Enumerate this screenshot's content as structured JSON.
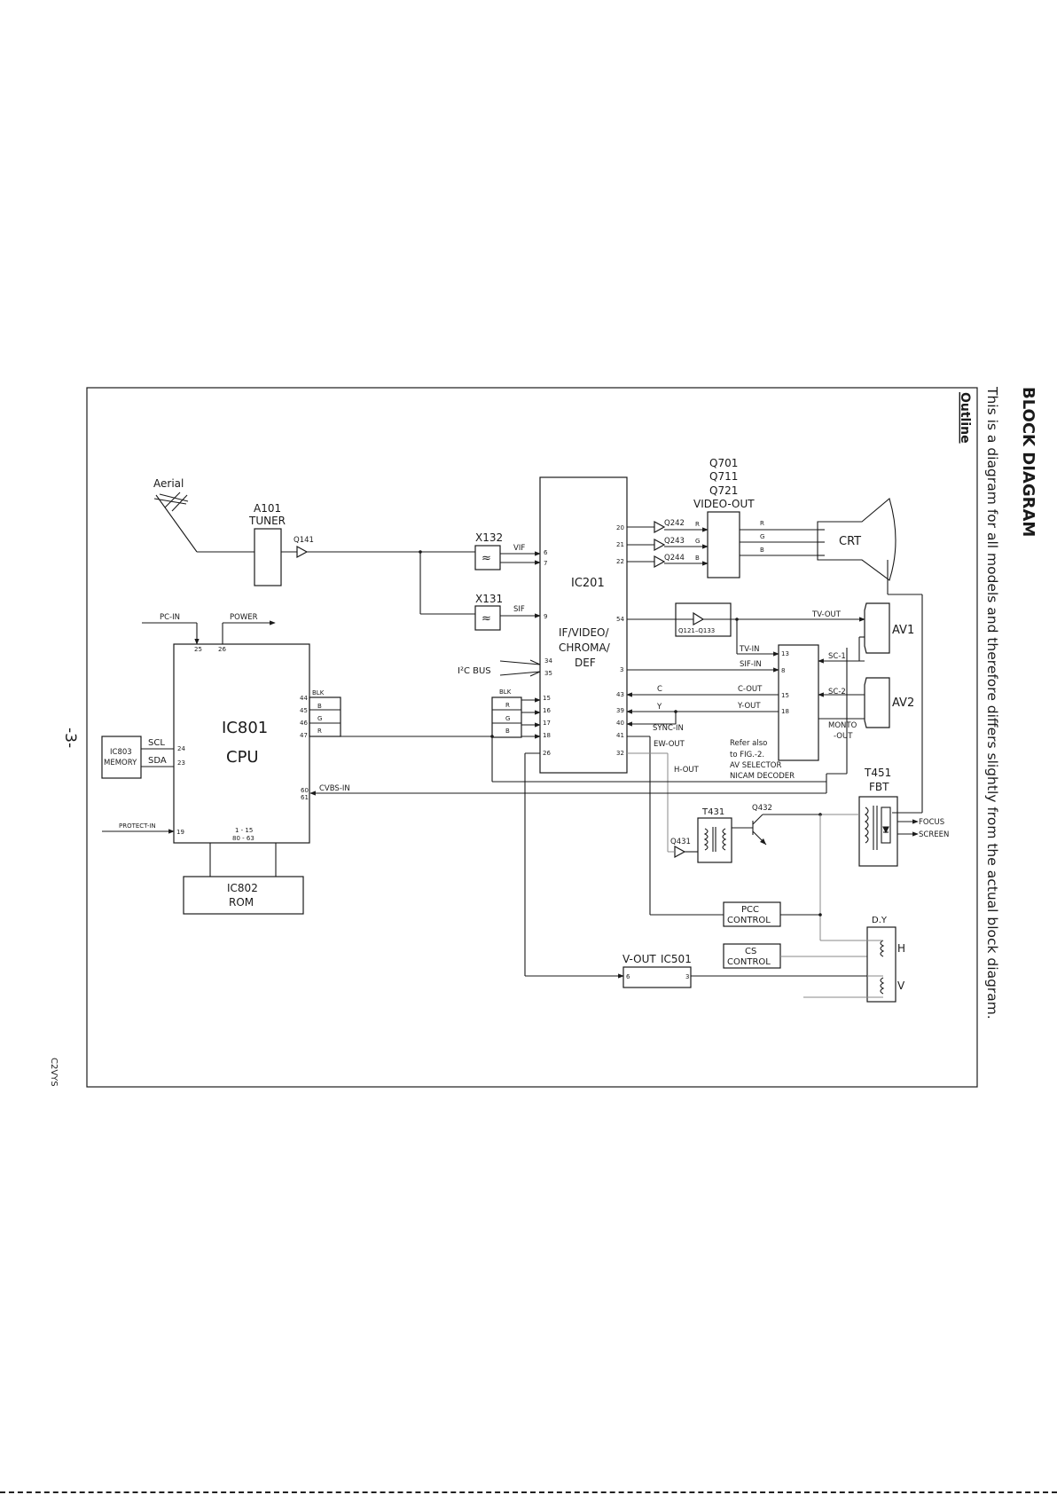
{
  "page": {
    "heading": "BLOCK DIAGRAM",
    "intro": "This is a diagram for all models and therefore differs slightly from the actual block diagram.",
    "section": "Outline",
    "page_number": "-3-",
    "model_code": "C2VYS"
  },
  "labels": {
    "aerial": "Aerial",
    "a101": "A101",
    "tuner": "TUNER",
    "q141": "Q141",
    "x132": "X132",
    "x131": "X131",
    "vif": "VIF",
    "sif": "SIF",
    "ic201": "IC201",
    "ic201_func": [
      "IF/VIDEO/",
      "CHROMA/",
      "DEF"
    ],
    "i2c_bus": "I²C BUS",
    "q701": "Q701",
    "q711": "Q711",
    "q721": "Q721",
    "video_out": "VIDEO-OUT",
    "q242": "Q242",
    "q243": "Q243",
    "q244": "Q244",
    "r": "R",
    "g": "G",
    "b": "B",
    "crt": "CRT",
    "q121": "Q121–Q133",
    "tv_out": "TV-OUT",
    "av1": "AV1",
    "av2": "AV2",
    "tv_in": "TV-IN",
    "sif_in": "SIF-IN",
    "c": "C",
    "y": "Y",
    "c_out": "C-OUT",
    "y_out": "Y-OUT",
    "sync_in": "SYNC-IN",
    "ew_out": "EW-OUT",
    "h_out": "H-OUT",
    "sc1": "SC-1",
    "sc2": "SC-2",
    "monto": "MONTO",
    "out": "-OUT",
    "refer": [
      "Refer also",
      "to FIG.-2.",
      "AV SELECTOR",
      "NICAM DECODER"
    ],
    "t451": "T451",
    "fbt": "FBT",
    "focus": "FOCUS",
    "screen": "SCREEN",
    "t431": "T431",
    "q432": "Q432",
    "q431": "Q431",
    "pcc": [
      "PCC",
      "CONTROL"
    ],
    "cs": [
      "CS",
      "CONTROL"
    ],
    "dy": "D.Y",
    "h": "H",
    "v": "V",
    "vout": "V-OUT",
    "ic501": "IC501",
    "pc_in": "PC-IN",
    "power": "POWER",
    "ic801": "IC801",
    "cpu": "CPU",
    "blk": "BLK",
    "scl": "SCL",
    "sda": "SDA",
    "ic803": [
      "IC803",
      "MEMORY"
    ],
    "protect_in": "PROTECT-IN",
    "cvbs_in": "CVBS-IN",
    "ic802": [
      "IC802",
      "ROM"
    ],
    "cpu_pins_range": [
      "1 - 15",
      "80 - 63"
    ]
  },
  "pins": {
    "ic201_left": [
      "6",
      "7",
      "9",
      "34",
      "35",
      "15",
      "16",
      "17",
      "18",
      "26"
    ],
    "ic201_right": [
      "20",
      "21",
      "22",
      "54",
      "3",
      "43",
      "39",
      "40",
      "41",
      "32"
    ],
    "av_selector": [
      "13",
      "8",
      "15",
      "18"
    ],
    "ic801_top": [
      "25",
      "26"
    ],
    "ic801_right": [
      "44",
      "45",
      "46",
      "47",
      "60",
      "61"
    ],
    "ic801_left": [
      "24",
      "23",
      "19"
    ],
    "ic501": [
      "6",
      "3"
    ]
  }
}
